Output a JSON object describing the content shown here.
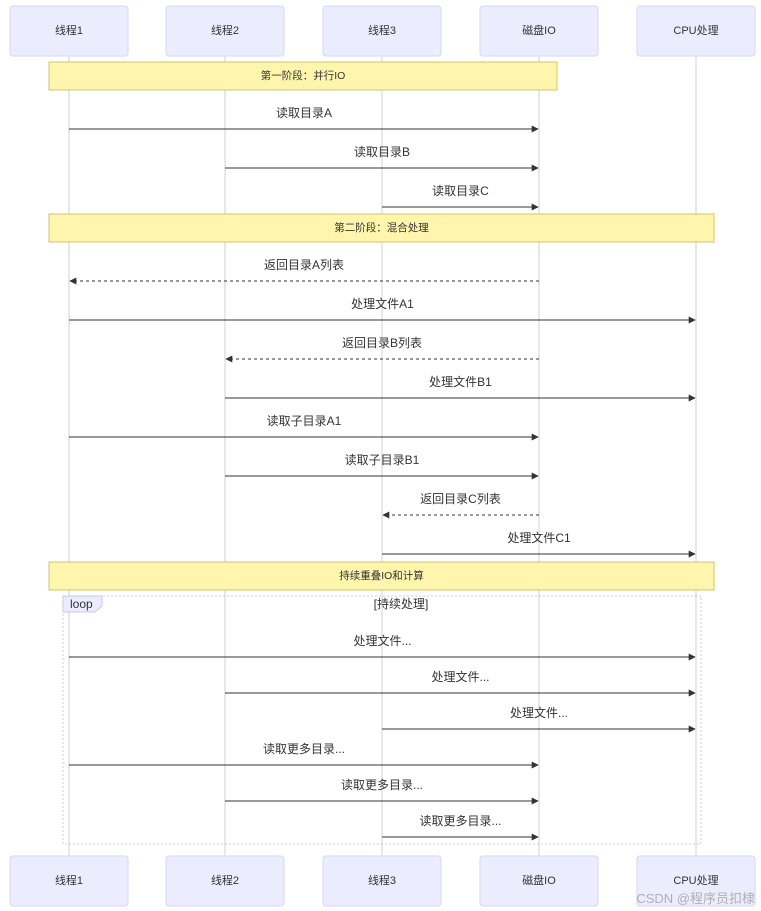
{
  "actors": [
    {
      "id": "t1",
      "label": "线程1"
    },
    {
      "id": "t2",
      "label": "线程2"
    },
    {
      "id": "t3",
      "label": "线程3"
    },
    {
      "id": "io",
      "label": "磁盘IO"
    },
    {
      "id": "cpu",
      "label": "CPU处理"
    }
  ],
  "notes": [
    {
      "text": "第一阶段：并行IO",
      "from": "t1",
      "to": "io"
    },
    {
      "text": "第二阶段：混合处理",
      "from": "t1",
      "to": "cpu"
    },
    {
      "text": "持续重叠IO和计算",
      "from": "t1",
      "to": "cpu"
    }
  ],
  "messages": [
    {
      "from": "t1",
      "to": "io",
      "text": "读取目录A",
      "style": "solid"
    },
    {
      "from": "t2",
      "to": "io",
      "text": "读取目录B",
      "style": "solid"
    },
    {
      "from": "t3",
      "to": "io",
      "text": "读取目录C",
      "style": "solid"
    },
    {
      "from": "io",
      "to": "t1",
      "text": "返回目录A列表",
      "style": "dashed"
    },
    {
      "from": "t1",
      "to": "cpu",
      "text": "处理文件A1",
      "style": "solid"
    },
    {
      "from": "io",
      "to": "t2",
      "text": "返回目录B列表",
      "style": "dashed"
    },
    {
      "from": "t2",
      "to": "cpu",
      "text": "处理文件B1",
      "style": "solid"
    },
    {
      "from": "t1",
      "to": "io",
      "text": "读取子目录A1",
      "style": "solid"
    },
    {
      "from": "t2",
      "to": "io",
      "text": "读取子目录B1",
      "style": "solid"
    },
    {
      "from": "io",
      "to": "t3",
      "text": "返回目录C列表",
      "style": "dashed"
    },
    {
      "from": "t3",
      "to": "cpu",
      "text": "处理文件C1",
      "style": "solid"
    },
    {
      "from": "t1",
      "to": "cpu",
      "text": "处理文件...",
      "style": "solid"
    },
    {
      "from": "t2",
      "to": "cpu",
      "text": "处理文件...",
      "style": "solid"
    },
    {
      "from": "t3",
      "to": "cpu",
      "text": "处理文件...",
      "style": "solid"
    },
    {
      "from": "t1",
      "to": "io",
      "text": "读取更多目录...",
      "style": "solid"
    },
    {
      "from": "t2",
      "to": "io",
      "text": "读取更多目录...",
      "style": "solid"
    },
    {
      "from": "t3",
      "to": "io",
      "text": "读取更多目录...",
      "style": "solid"
    }
  ],
  "loop": {
    "label": "loop",
    "condition": "[持续处理]"
  },
  "watermark": "CSDN @程序员扣棣",
  "colors": {
    "actor_fill": "#ececff",
    "note_fill": "#fff5ad",
    "line": "#333333"
  }
}
